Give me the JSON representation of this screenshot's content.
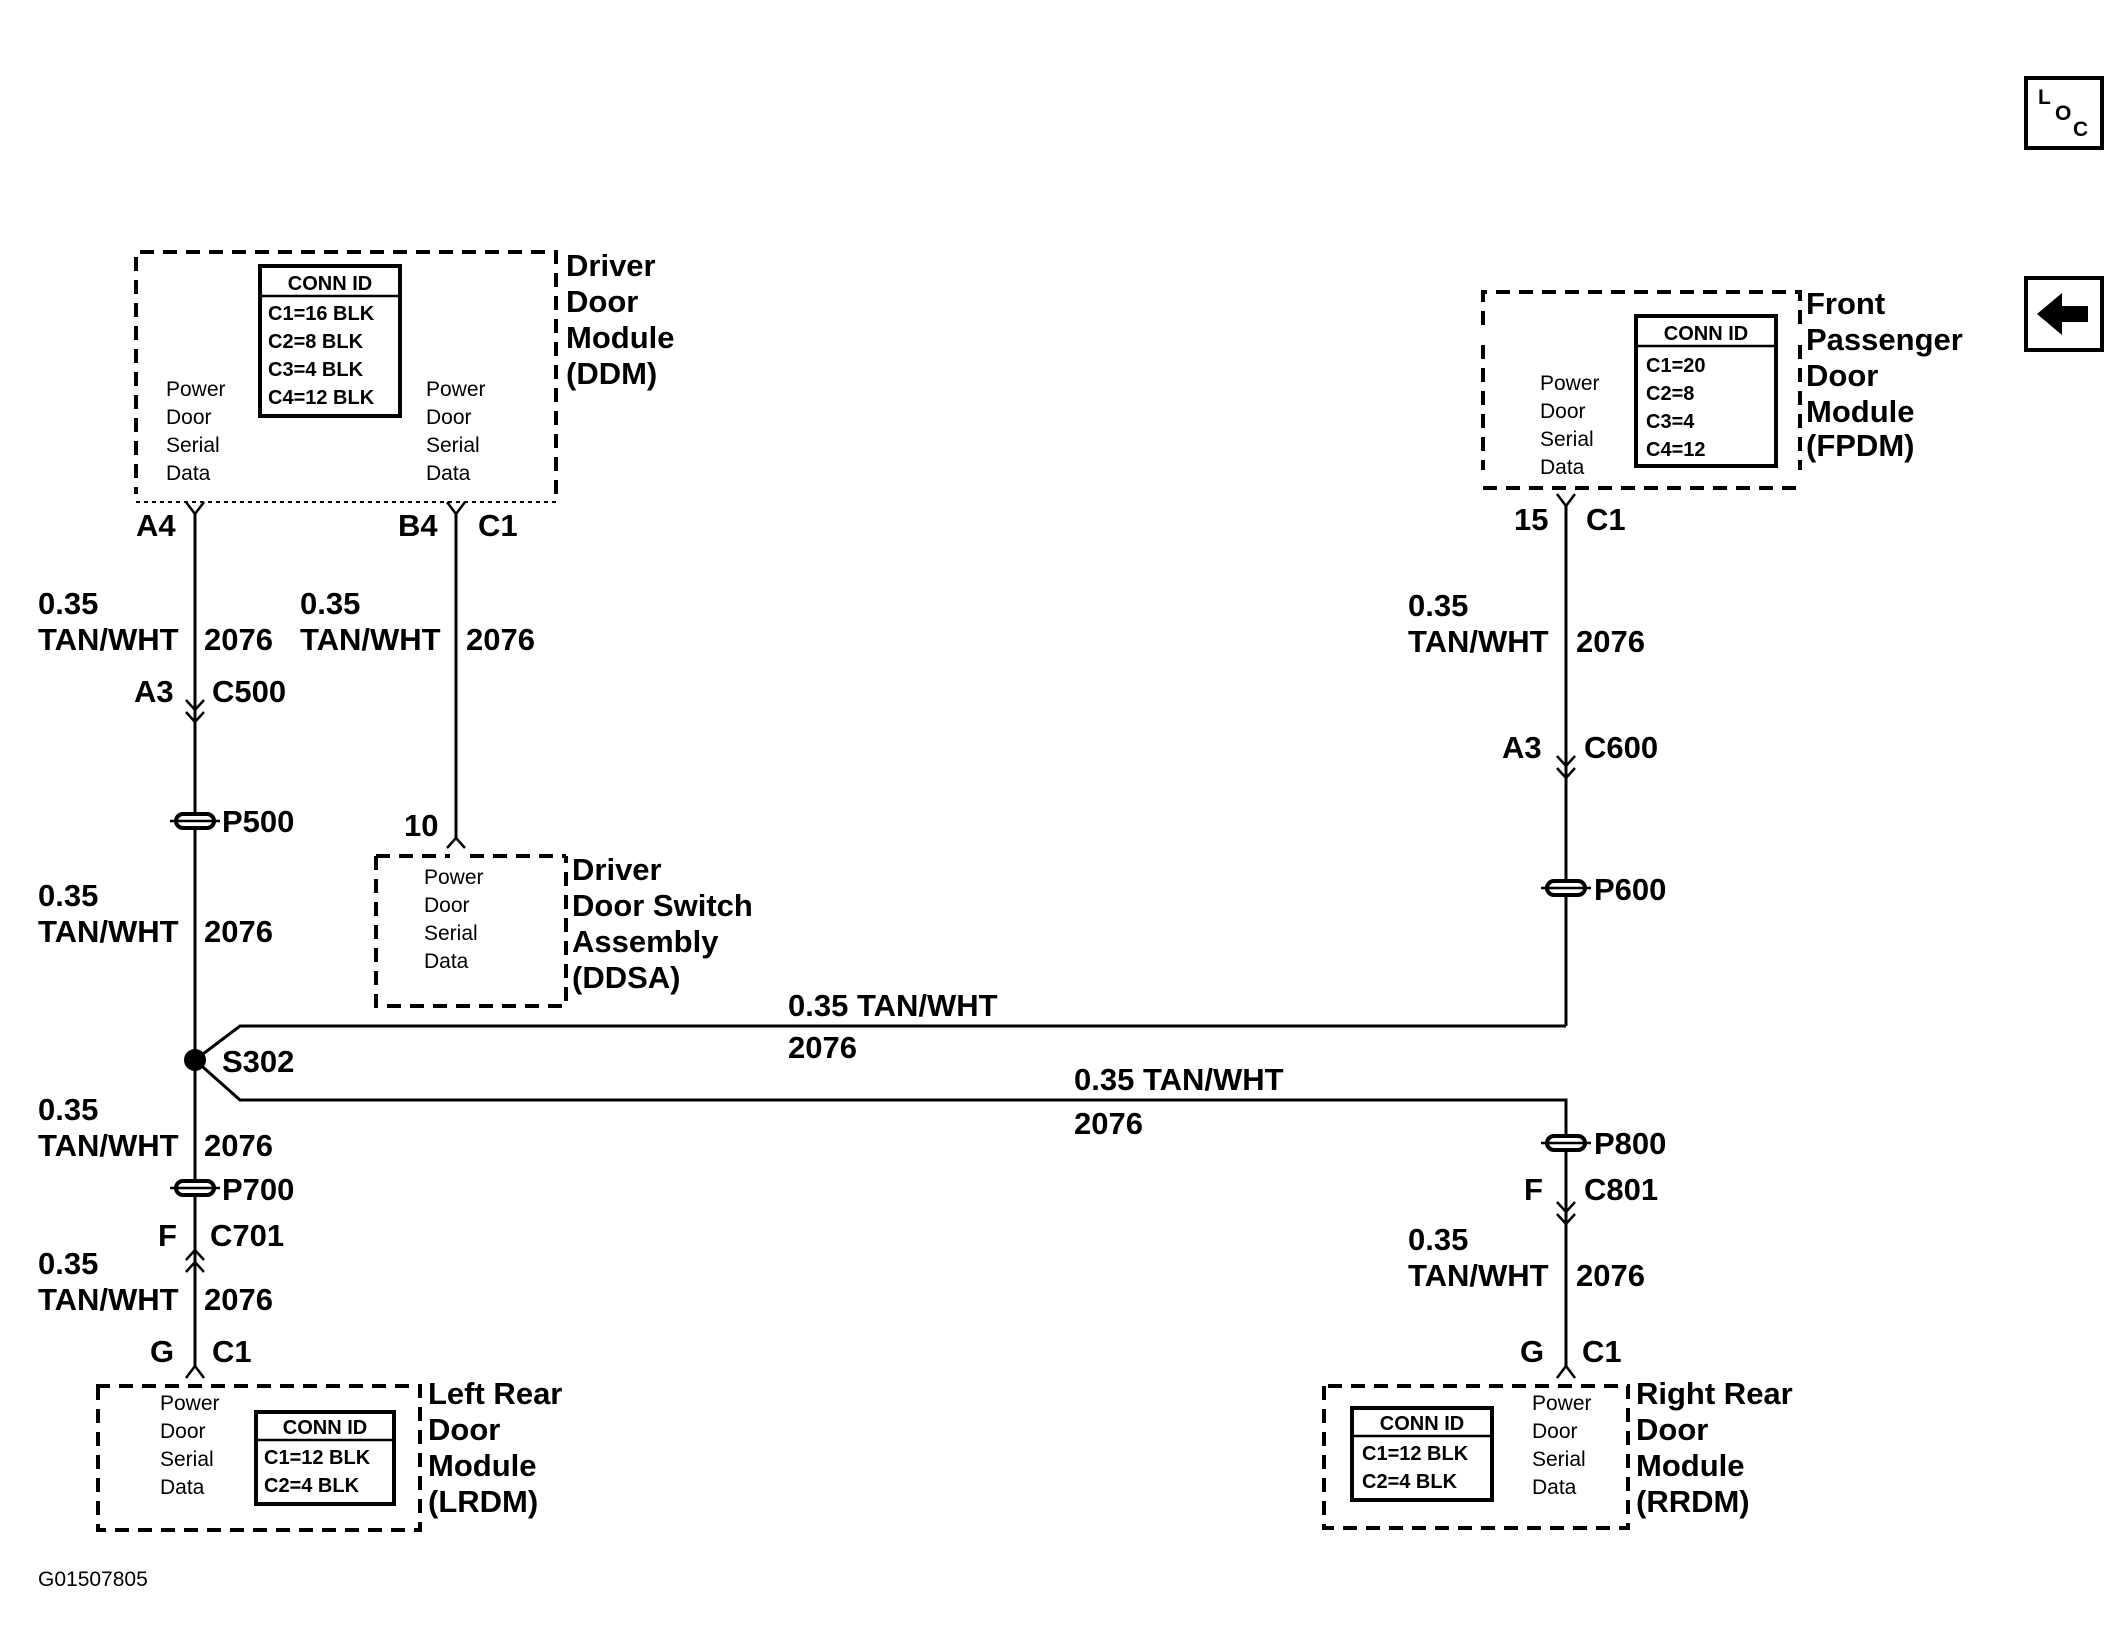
{
  "figure_id": "G01507805",
  "icons": {
    "loc_button": "loc-icon",
    "back_button": "back-arrow-icon"
  },
  "loc_label": {
    "l": "L",
    "o": "O",
    "c": "C"
  },
  "modules": {
    "ddm": {
      "name_lines": [
        "Driver",
        "Door",
        "Module",
        "(DDM)"
      ],
      "conn_id_title": "CONN ID",
      "conn_id_rows": [
        "C1=16 BLK",
        "C2=8 BLK",
        "C3=4 BLK",
        "C4=12 BLK"
      ],
      "left_pin_label": [
        "Power",
        "Door",
        "Serial",
        "Data"
      ],
      "right_pin_label": [
        "Power",
        "Door",
        "Serial",
        "Data"
      ]
    },
    "fpdm": {
      "name_lines": [
        "Front",
        "Passenger",
        "Door",
        "Module",
        "(FPDM)"
      ],
      "conn_id_title": "CONN ID",
      "conn_id_rows": [
        "C1=20",
        "C2=8",
        "C3=4",
        "C4=12"
      ],
      "pin_label": [
        "Power",
        "Door",
        "Serial",
        "Data"
      ]
    },
    "ddsa": {
      "name_lines": [
        "Driver",
        "Door Switch",
        "Assembly",
        "(DDSA)"
      ],
      "pin_label": [
        "Power",
        "Door",
        "Serial",
        "Data"
      ]
    },
    "lrdm": {
      "name_lines": [
        "Left Rear",
        "Door",
        "Module",
        "(LRDM)"
      ],
      "conn_id_title": "CONN ID",
      "conn_id_rows": [
        "C1=12 BLK",
        "C2=4 BLK"
      ],
      "pin_label": [
        "Power",
        "Door",
        "Serial",
        "Data"
      ]
    },
    "rrdm": {
      "name_lines": [
        "Right Rear",
        "Door",
        "Module",
        "(RRDM)"
      ],
      "conn_id_title": "CONN ID",
      "conn_id_rows": [
        "C1=12 BLK",
        "C2=4 BLK"
      ],
      "pin_label": [
        "Power",
        "Door",
        "Serial",
        "Data"
      ]
    }
  },
  "pins": {
    "ddm_a4": "A4",
    "ddm_b4": "B4",
    "ddm_c1": "C1",
    "fpdm_15": "15",
    "fpdm_c1": "C1",
    "c500_pin": "A3",
    "c500": "C500",
    "c600_pin": "A3",
    "c600": "C600",
    "ddsa_10": "10",
    "c701_pin": "F",
    "c701": "C701",
    "c801_pin": "F",
    "c801": "C801",
    "lrdm_g": "G",
    "lrdm_c1": "C1",
    "rrdm_g": "G",
    "rrdm_c1": "C1"
  },
  "splices": {
    "p500": "P500",
    "p600": "P600",
    "p700": "P700",
    "p800": "P800",
    "s302": "S302"
  },
  "wires": {
    "gauge": "0.35",
    "color": "TAN/WHT",
    "circuit": "2076",
    "horizontal_label": "0.35 TAN/WHT"
  }
}
